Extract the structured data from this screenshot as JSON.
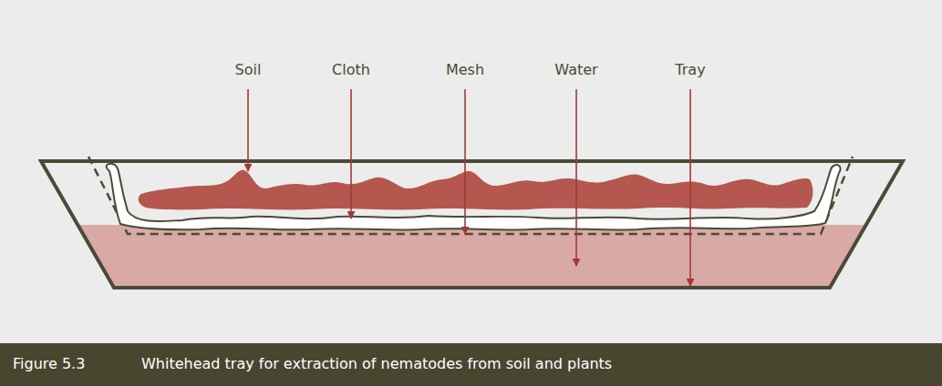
{
  "diagram": {
    "caption": "Whitehead tray for extraction of nematodes from soil and plants",
    "labels": [
      "Soil",
      "Cloth",
      "Mesh",
      "Water",
      "Tray",
      "Figure 5.3"
    ]
  }
}
